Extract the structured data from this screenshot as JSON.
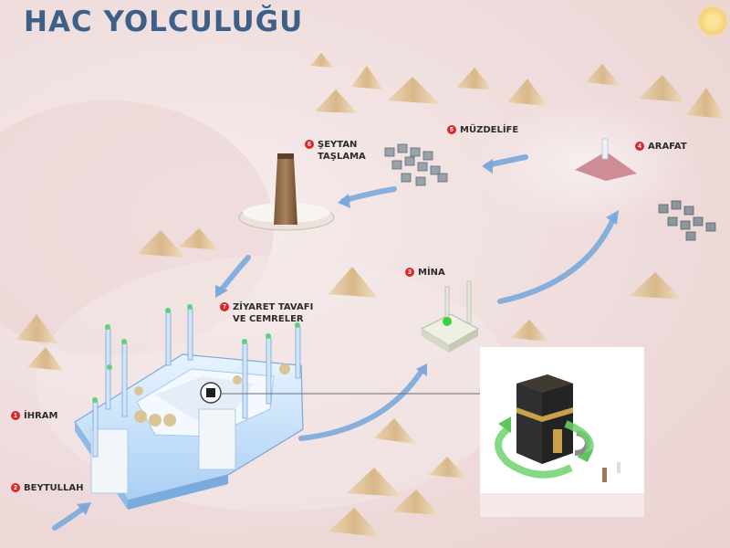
{
  "title": "HAC YOLCULUĞU",
  "colors": {
    "title": "#3f5f87",
    "arrow": "#7aa8da",
    "badge": "#d6282a",
    "background": "#f3e6e6"
  },
  "steps": [
    {
      "number": "1",
      "label": "İHRAM"
    },
    {
      "number": "2",
      "label": "BEYTULLAH"
    },
    {
      "number": "3",
      "label": "MİNA"
    },
    {
      "number": "4",
      "label": "ARAFAT"
    },
    {
      "number": "5",
      "label": "MÜZDELİFE"
    },
    {
      "number": "6",
      "label": "ŞEYTAN\nTAŞLAMA"
    },
    {
      "number": "7",
      "label": "ZİYARET TAVAFI\nVE CEMRELER"
    }
  ],
  "icons": [
    "sun-icon",
    "mosque-icon",
    "kaaba-icon",
    "tents-icon",
    "pillar-icon",
    "mountain-icon"
  ]
}
